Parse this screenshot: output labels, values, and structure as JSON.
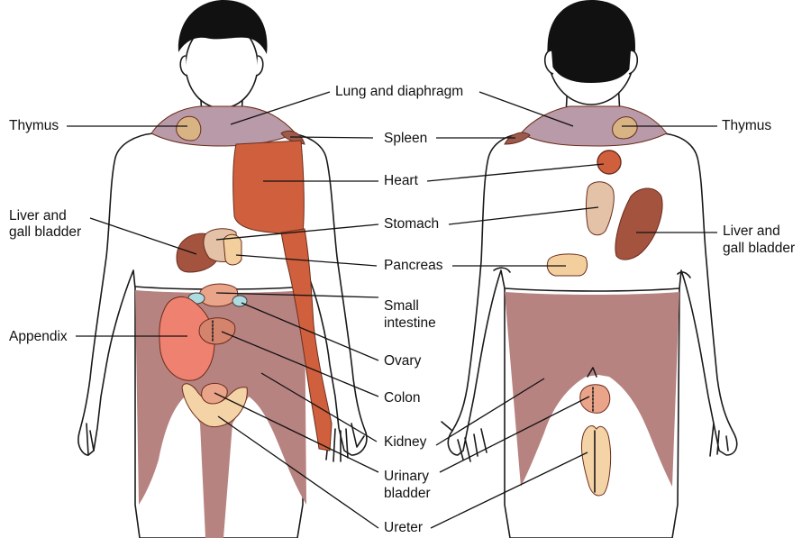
{
  "labels": {
    "thymus_left": "Thymus",
    "thymus_right": "Thymus",
    "lung_and_diaphragm": "Lung and diaphragm",
    "spleen": "Spleen",
    "heart": "Heart",
    "liver_left_1": "Liver and",
    "liver_left_2": "gall bladder",
    "liver_right_1": "Liver and",
    "liver_right_2": "gall bladder",
    "stomach": "Stomach",
    "pancreas": "Pancreas",
    "small_intestine_1": "Small",
    "small_intestine_2": "intestine",
    "appendix": "Appendix",
    "ovary": "Ovary",
    "colon": "Colon",
    "kidney": "Kidney",
    "urinary_bladder_1": "Urinary",
    "urinary_bladder_2": "bladder",
    "ureter": "Ureter"
  },
  "colors": {
    "lung_and_diaphragm": "#b99aa8",
    "thymus": "#d8b485",
    "heart": "#d0603d",
    "spleen": "#9c5a4d",
    "liver": "#a4533f",
    "stomach": "#e4c2a8",
    "pancreas": "#f2cf9c",
    "small_intestine": "#e9a489",
    "appendix": "#ef8170",
    "colon": "#d4836d",
    "kidney": "#b78381",
    "urinary_bladder": "#f4d3a6",
    "ovary": "#aedbdf",
    "ureter_front": "#c55a3b",
    "hair": "#111111"
  }
}
